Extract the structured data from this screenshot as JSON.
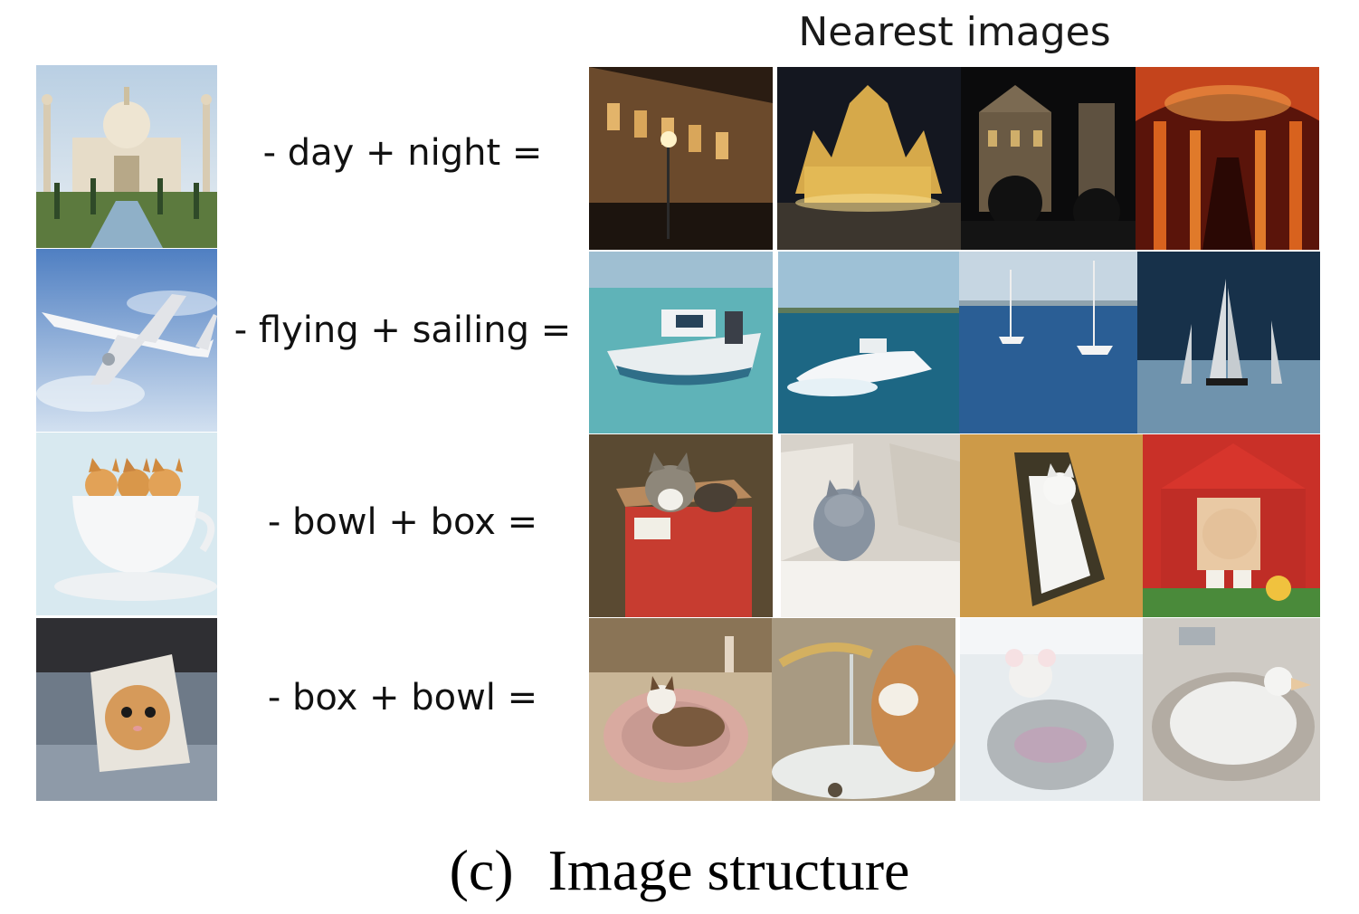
{
  "header": {
    "title": "Nearest images"
  },
  "rows": [
    {
      "operation": "- day + night =",
      "query_image": "taj-mahal-daytime-photo",
      "results": [
        "night-street-facade-photo",
        "lit-cathedral-night-photo",
        "night-town-hall-photo",
        "lit-red-cistern-colonnade-photo"
      ]
    },
    {
      "operation": "- flying + sailing =",
      "query_image": "airplane-in-sky-photo",
      "results": [
        "motorboat-on-water-photo",
        "speedboat-wake-photo",
        "two-sailboats-photo",
        "sailboats-dusk-photo"
      ]
    },
    {
      "operation": "- bowl + box =",
      "query_image": "three-kittens-in-teacup-photo",
      "results": [
        "cat-in-red-box-photo",
        "grey-cat-in-box-photo",
        "white-cat-in-box-photo",
        "cat-in-toy-house-photo"
      ]
    },
    {
      "operation": "- box + bowl =",
      "query_image": "kitten-in-paper-box-photo",
      "results": [
        "cat-in-sink-photo",
        "cat-drinking-faucet-photo",
        "toy-in-glass-bowl-photo",
        "white-duck-in-sink-photo"
      ]
    }
  ],
  "caption": {
    "label": "(c)",
    "title": "Image structure"
  }
}
